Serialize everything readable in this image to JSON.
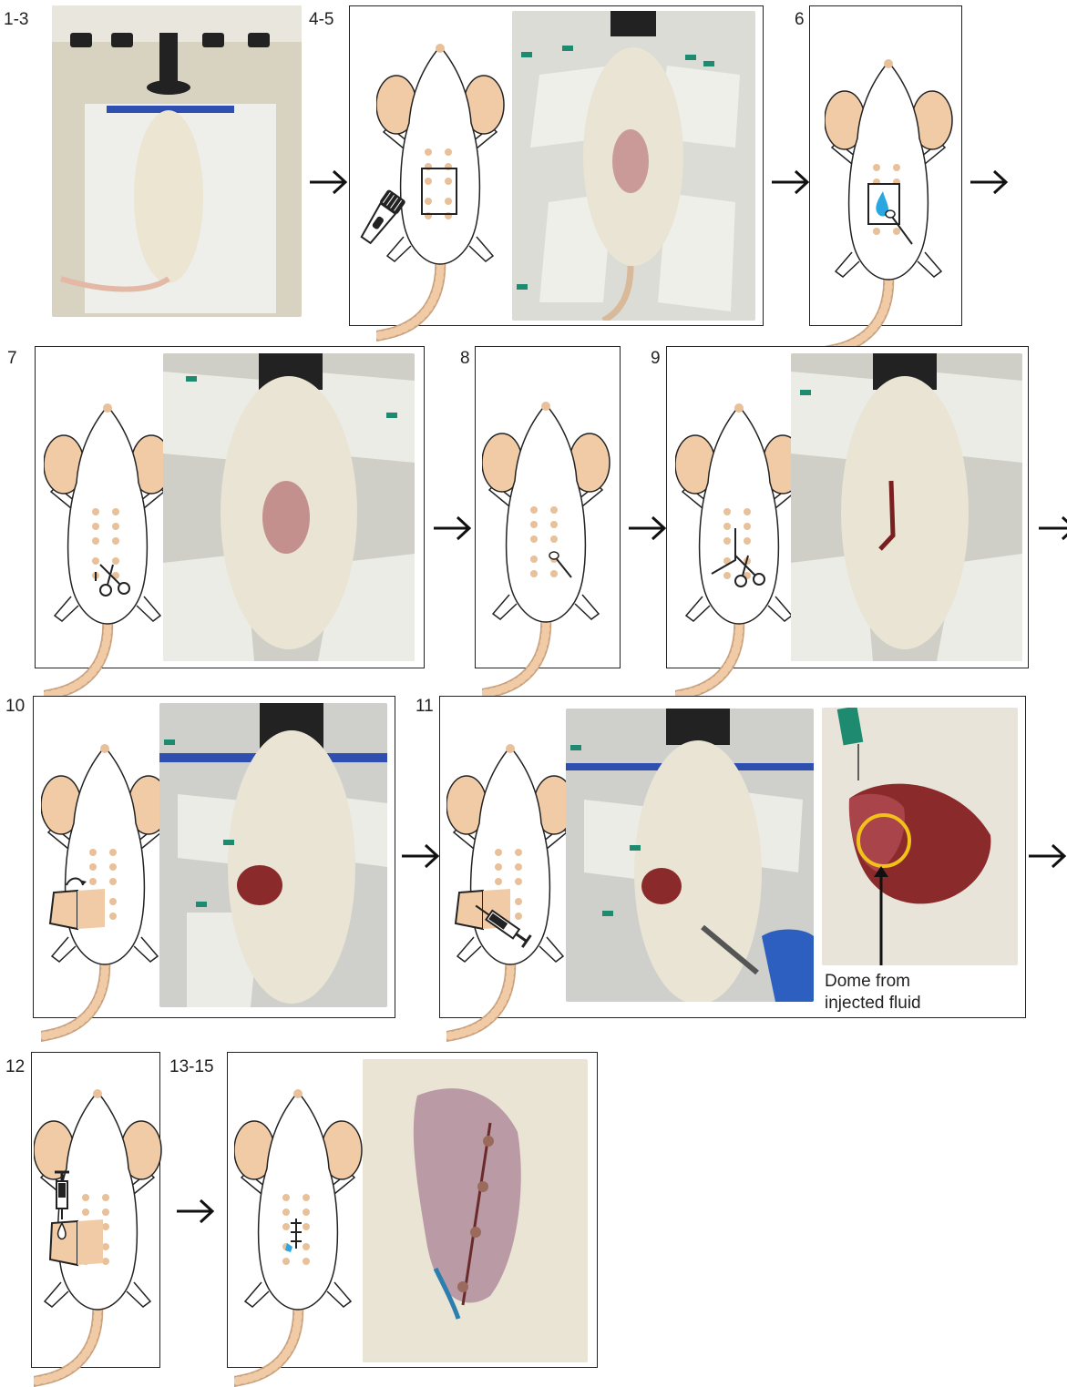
{
  "steps": {
    "s1": "1-3",
    "s4": "4-5",
    "s6": "6",
    "s7": "7",
    "s8": "8",
    "s9": "9",
    "s10": "10",
    "s11": "11",
    "s12": "12",
    "s13": "13-15"
  },
  "annotation": {
    "line1": "Dome from",
    "line2": "injected fluid"
  },
  "colors": {
    "ear": "#f0cba6",
    "dot": "#e8c09a",
    "tail": "#e8c09a",
    "outline": "#222222",
    "highlight_ring": "#f2c21b",
    "droplet": "#2aa7e0",
    "fur": "#e9e4d4",
    "wound": "#8a2a2a",
    "drape": "#dcdcd6",
    "needle_hub": "#1e8a70"
  },
  "icons": [
    "arrow-right-icon",
    "ultrasound-probe-icon",
    "droplet-icon",
    "scissors-icon",
    "syringe-icon",
    "suture-icon",
    "cotton-swab-icon"
  ]
}
